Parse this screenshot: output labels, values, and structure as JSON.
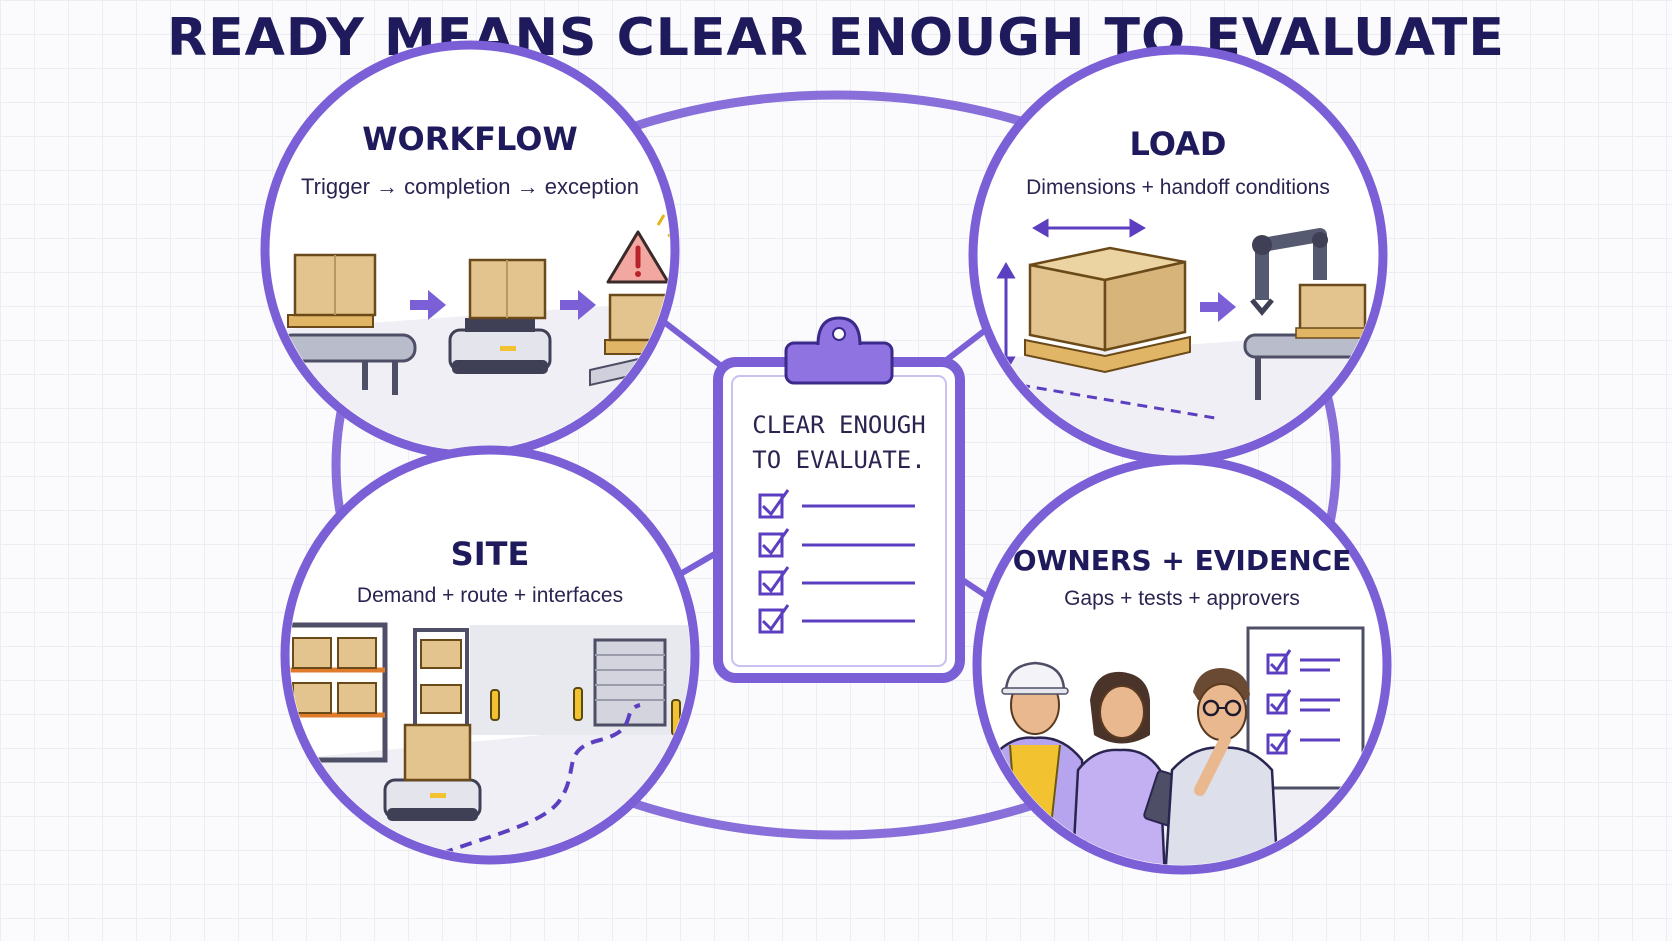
{
  "title": "READY MEANS CLEAR ENOUGH TO EVALUATE",
  "center": {
    "line1": "CLEAR ENOUGH",
    "line2": "TO EVALUATE."
  },
  "sections": {
    "workflow": {
      "title": "WORKFLOW",
      "subtitle": "Trigger → completion → exception"
    },
    "load": {
      "title": "LOAD",
      "subtitle": "Dimensions + handoff conditions"
    },
    "site": {
      "title": "SITE",
      "subtitle": "Demand + route + interfaces"
    },
    "owners": {
      "title": "OWNERS + EVIDENCE",
      "subtitle": "Gaps + tests + approvers"
    }
  },
  "colors": {
    "accent": "#7b5fd6",
    "accent_light": "#d9cef7",
    "dark": "#1e1a5c",
    "box": "#e3c48e",
    "pallet": "#e0b565",
    "warning": "#f2a7a1"
  }
}
